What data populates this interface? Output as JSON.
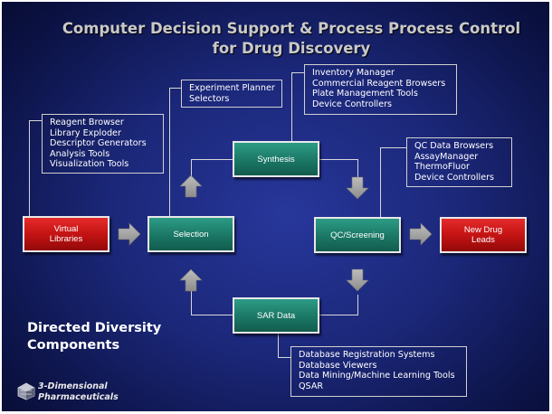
{
  "title": {
    "line1": "Computer Decision Support & Process Process Control",
    "line2": "for Drug Discovery"
  },
  "nodes": {
    "virtual_libraries": [
      "Virtual",
      "Libraries"
    ],
    "selection": "Selection",
    "synthesis": "Synthesis",
    "qc_screening": "QC/Screening",
    "sar_data": "SAR Data",
    "new_drug_leads": [
      "New Drug",
      "Leads"
    ]
  },
  "lists": {
    "library_tools": [
      "Reagent Browser",
      "Library Exploder",
      "Descriptor Generators",
      "Analysis Tools",
      "Visualization Tools"
    ],
    "planner_tools": [
      "Experiment Planner",
      "Selectors"
    ],
    "synthesis_tools": [
      "Inventory Manager",
      "Commercial Reagent Browsers",
      "Plate Management Tools",
      "Device Controllers"
    ],
    "qc_tools": [
      "QC Data Browsers",
      "AssayManager",
      "ThermoFluor",
      "Device Controllers"
    ],
    "sar_tools": [
      "Database Registration Systems",
      "Database Viewers",
      "Data Mining/Machine Learning Tools",
      "QSAR"
    ]
  },
  "footer": {
    "caption_line1": "Directed Diversity",
    "caption_line2": "Components",
    "company_line1": "3-Dimensional",
    "company_line2": "Pharmaceuticals"
  },
  "colors": {
    "background": "#1b2778",
    "green_node": "#1c7a68",
    "red_node": "#c41313",
    "arrow": "#a6a6a6",
    "title": "#c9c9c9"
  }
}
